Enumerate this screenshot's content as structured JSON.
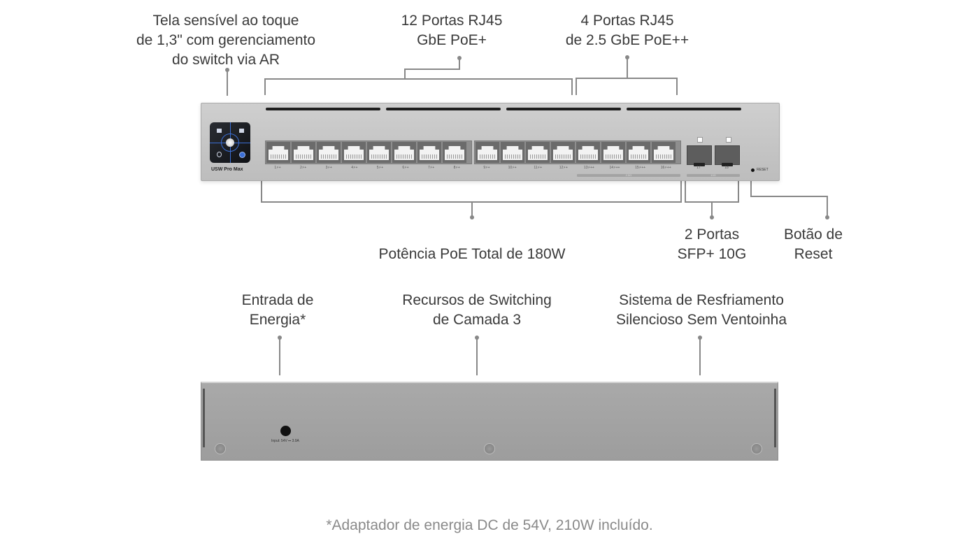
{
  "callouts": {
    "touchscreen": "Tela sensível ao toque\nde 1,3\" com gerenciamento\ndo switch via AR",
    "gbe_ports": "12 Portas RJ45\nGbE PoE+",
    "ports_2_5": "4 Portas RJ45\nde 2.5 GbE PoE++",
    "poe_total": "Potência PoE Total de 180W",
    "sfp_ports": "2 Portas\nSFP+ 10G",
    "reset_button": "Botão de\nReset",
    "power_input": "Entrada de\nEnergia*",
    "layer3": "Recursos de Switching\nde Camada 3",
    "cooling": "Sistema de Resfriamento\nSilencioso Sem Ventoinha"
  },
  "device": {
    "model": "USW Pro Max",
    "rj45_labels": [
      "1⚡+",
      "2⚡+",
      "3⚡+",
      "4⚡+",
      "5⚡+",
      "6⚡+",
      "7⚡+",
      "8⚡+",
      "9⚡+",
      "10⚡+",
      "11⚡+",
      "12⚡+",
      "13⚡++",
      "14⚡++",
      "15⚡++",
      "16⚡++"
    ],
    "sfp_labels": [
      "17",
      "18"
    ],
    "bar_2_5g": "2.5G",
    "bar_10g": "10G",
    "reset_label": "RESET",
    "power_label": "Input: 54V ⎓ 3.9A"
  },
  "footnote": "*Adaptador de energia DC de 54V, 210W incluído.",
  "colors": {
    "line": "#888888",
    "text": "#3a3a3a",
    "footnote": "#8a8a8a",
    "screen_accent": "#3b6fd6"
  }
}
